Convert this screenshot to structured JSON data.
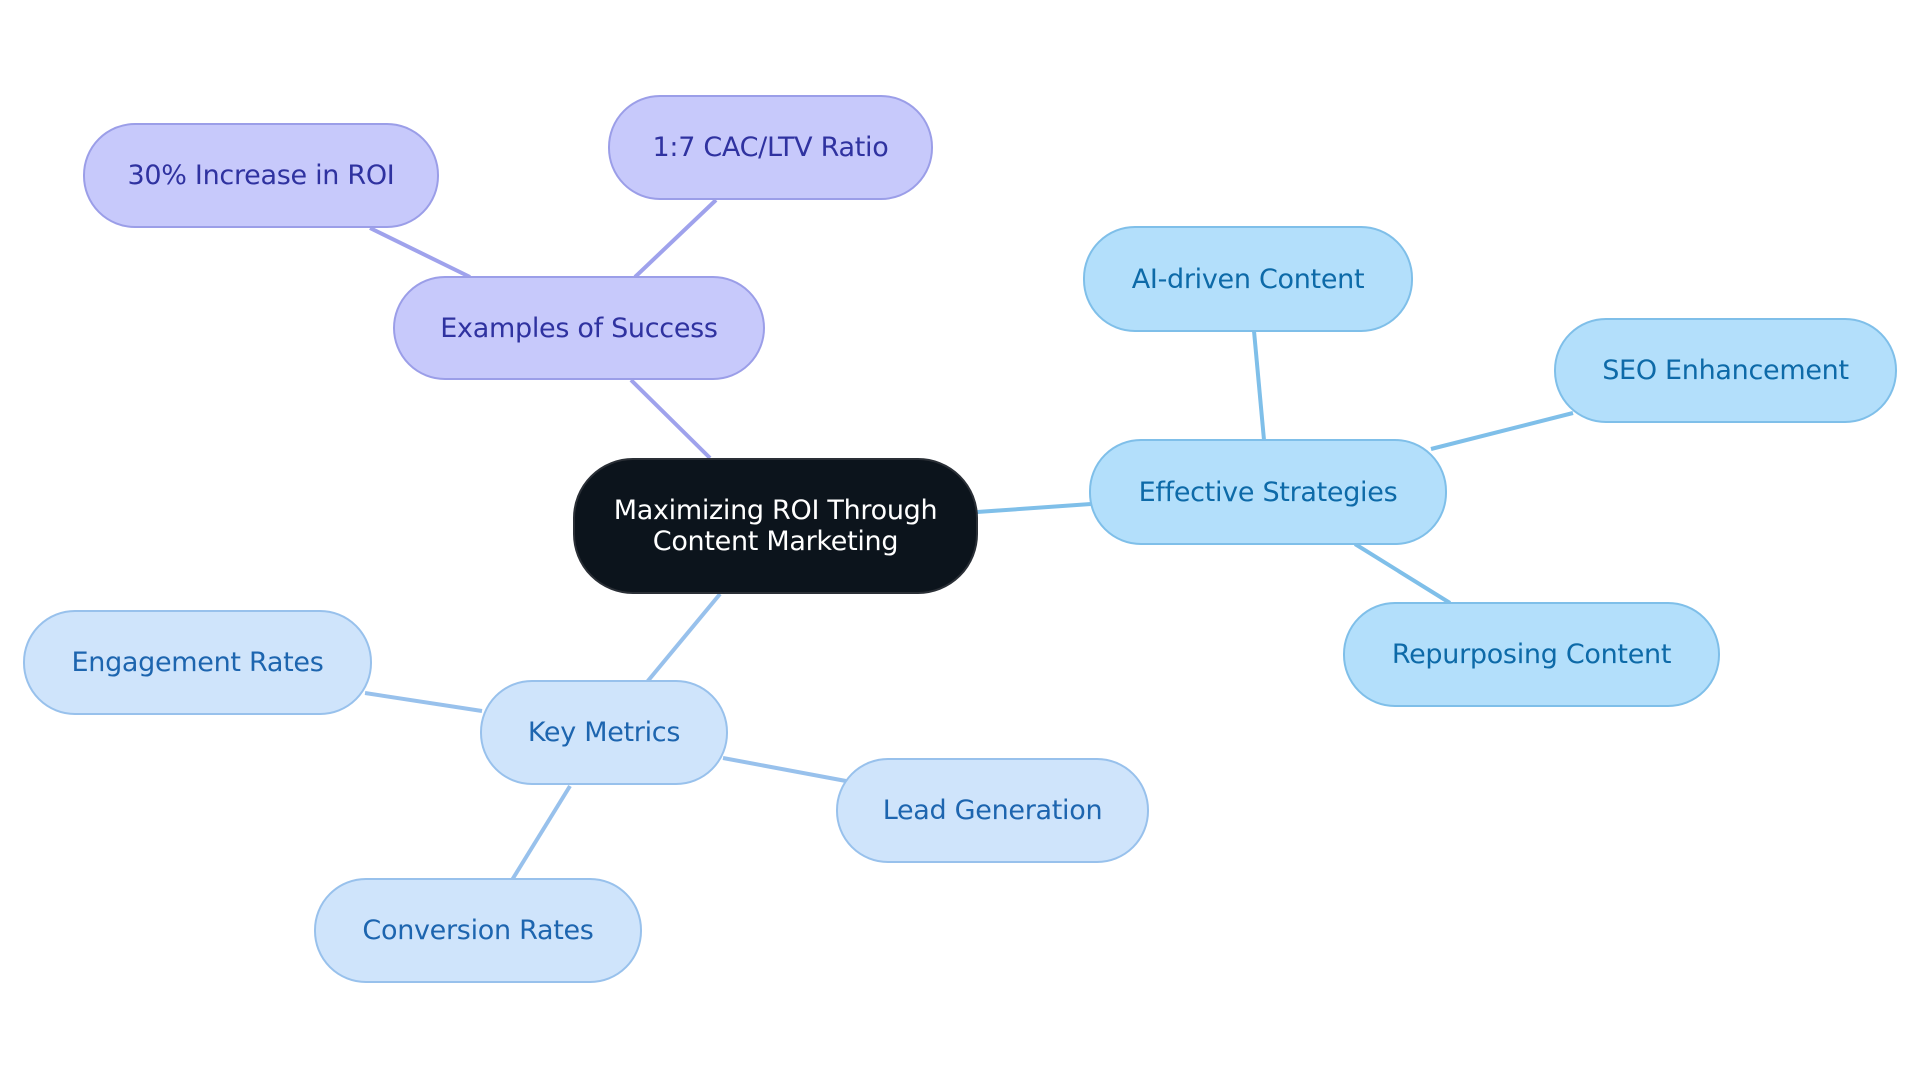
{
  "diagram": {
    "type": "mind-map",
    "root": {
      "id": "root",
      "label": "Maximizing ROI Through Content Marketing",
      "label_lines": [
        "Maximizing ROI Through",
        "Content Marketing"
      ]
    },
    "branches": [
      {
        "id": "examples",
        "label": "Examples of Success",
        "color_theme": "purple",
        "children": [
          {
            "id": "roi30",
            "label": "30% Increase in ROI"
          },
          {
            "id": "cacltv",
            "label": "1:7 CAC/LTV Ratio"
          }
        ]
      },
      {
        "id": "strategies",
        "label": "Effective Strategies",
        "color_theme": "blue",
        "children": [
          {
            "id": "ai",
            "label": "AI-driven Content"
          },
          {
            "id": "seo",
            "label": "SEO Enhancement"
          },
          {
            "id": "repurpose",
            "label": "Repurposing Content"
          }
        ]
      },
      {
        "id": "metrics",
        "label": "Key Metrics",
        "color_theme": "lightblue",
        "children": [
          {
            "id": "engagement",
            "label": "Engagement Rates"
          },
          {
            "id": "lead",
            "label": "Lead Generation"
          },
          {
            "id": "conversion",
            "label": "Conversion Rates"
          }
        ]
      }
    ],
    "colors": {
      "root_fill": "#0c141c",
      "purple_fill": "#c7c9fb",
      "purple_edge": "#9fa2ec",
      "blue_fill": "#b3dffb",
      "blue_edge": "#7fbfe9",
      "lightblue_fill": "#cfe4fb",
      "lightblue_edge": "#98c1ec"
    }
  }
}
